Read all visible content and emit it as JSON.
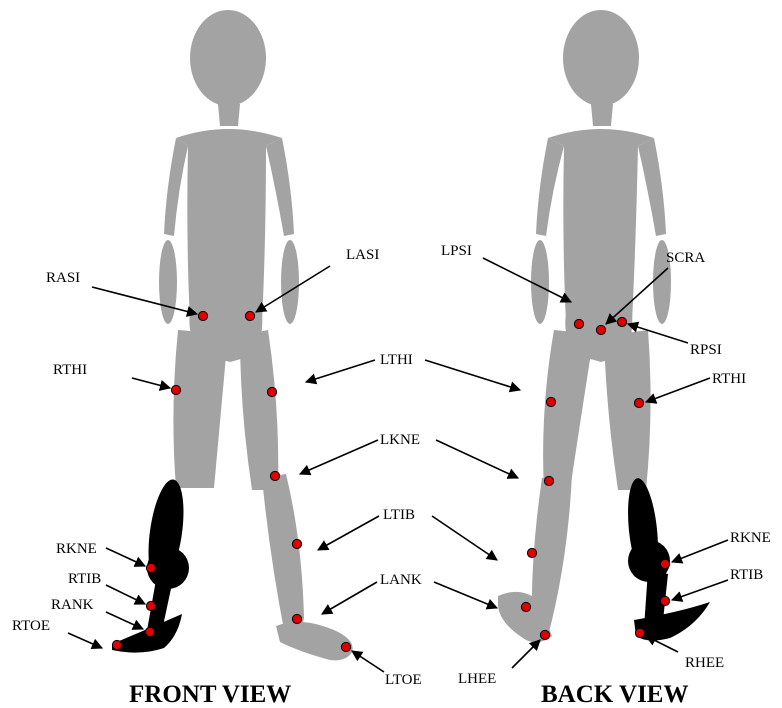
{
  "views": {
    "front": {
      "title": "FRONT VIEW"
    },
    "back": {
      "title": "BACK VIEW"
    }
  },
  "colors": {
    "body": "#a3a3a3",
    "right_leg": "#000000",
    "marker": "#e00000"
  },
  "labels": {
    "rasi": "RASI",
    "lasi": "LASI",
    "rthi_front": "RTHI",
    "lthi": "LTHI",
    "lkne": "LKNE",
    "ltib": "LTIB",
    "lank": "LANK",
    "rkne_front": "RKNE",
    "rtib_front": "RTIB",
    "rank": "RANK",
    "rtoe": "RTOE",
    "ltoe": "LTOE",
    "lpsi": "LPSI",
    "scra": "SCRA",
    "rpsi": "RPSI",
    "rthi_back": "RTHI",
    "rkne_back": "RKNE",
    "rtib_back": "RTIB",
    "lhee": "LHEE",
    "rhee": "RHEE"
  }
}
